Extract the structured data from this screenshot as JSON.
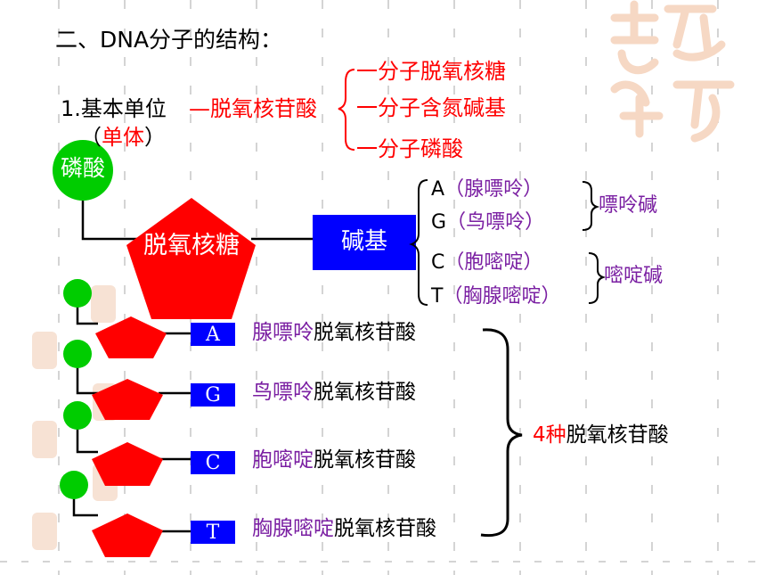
{
  "title": "二、DNA分子的结构：",
  "unit": {
    "label": "1.基本单位",
    "name": "—脱氧核苷酸",
    "monomer_open": "（",
    "monomer": "单体",
    "monomer_close": "）",
    "components": [
      "一分子脱氧核糖",
      "一分子含氮碱基",
      "一分子磷酸"
    ]
  },
  "diagram": {
    "phosphate": "磷酸",
    "sugar": "脱氧核糖",
    "base": "碱基"
  },
  "bases": [
    {
      "letter": "A",
      "name": "（腺嘌呤）"
    },
    {
      "letter": "G",
      "name": "（鸟嘌呤）"
    },
    {
      "letter": "C",
      "name": "（胞嘧啶）"
    },
    {
      "letter": "T",
      "name": "（胸腺嘧啶）"
    }
  ],
  "groups": {
    "purine": "嘌呤碱",
    "pyrimidine": "嘧啶碱"
  },
  "nucleotides": [
    {
      "letter": "A",
      "base": "腺嘌呤",
      "suffix": "脱氧核苷酸"
    },
    {
      "letter": "G",
      "base": "鸟嘌呤",
      "suffix": "脱氧核苷酸"
    },
    {
      "letter": "C",
      "base": "胞嘧啶",
      "suffix": "脱氧核苷酸"
    },
    {
      "letter": "T",
      "base": "胸腺嘧啶",
      "suffix": "脱氧核苷酸"
    }
  ],
  "summary": {
    "count": "4种",
    "text": "脱氧核苷酸"
  },
  "colors": {
    "red": "#ff0000",
    "purple": "#7a1fa2",
    "green": "#00cc00",
    "blue": "#0000ff",
    "background_lines": "#d0d0d0"
  }
}
